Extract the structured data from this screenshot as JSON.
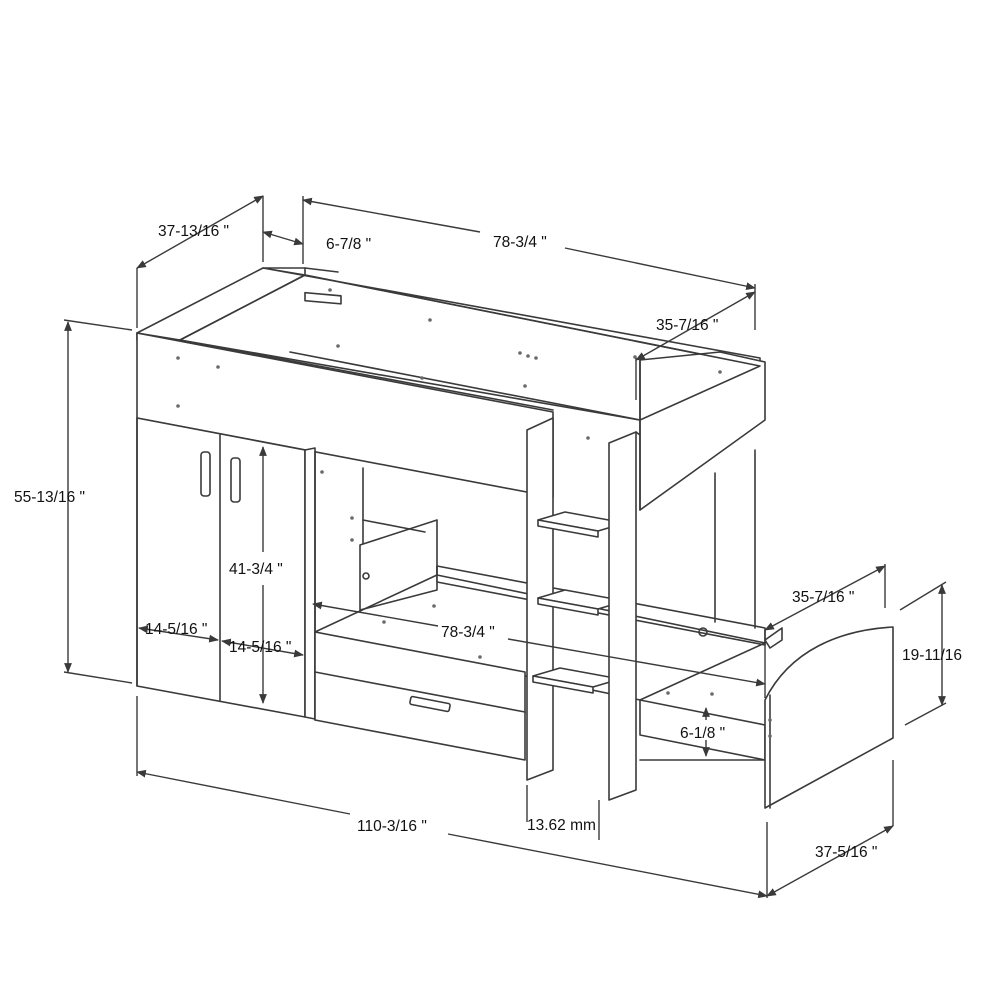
{
  "diagram": {
    "colors": {
      "line": "#3a3a3a",
      "text": "#111111",
      "background": "#ffffff"
    },
    "dimensions": {
      "top_depth": "37-13/16 \"",
      "top_offset": "6-7/8 \"",
      "top_length": "78-3/4 \"",
      "top_bed_width": "35-7/16 \"",
      "overall_height": "55-13/16 \"",
      "wardrobe_height": "41-3/4 \"",
      "door_width_left": "14-5/16 \"",
      "door_width_right": "14-5/16 \"",
      "bottom_length": "78-3/4 \"",
      "bottom_bed_width": "35-7/16 \"",
      "footboard_height": "19-11/16",
      "bottom_clearance": "6-1/8 \"",
      "ladder_thickness": "13.62 mm",
      "overall_length": "110-3/16 \"",
      "bottom_depth": "37-5/16 \""
    }
  }
}
